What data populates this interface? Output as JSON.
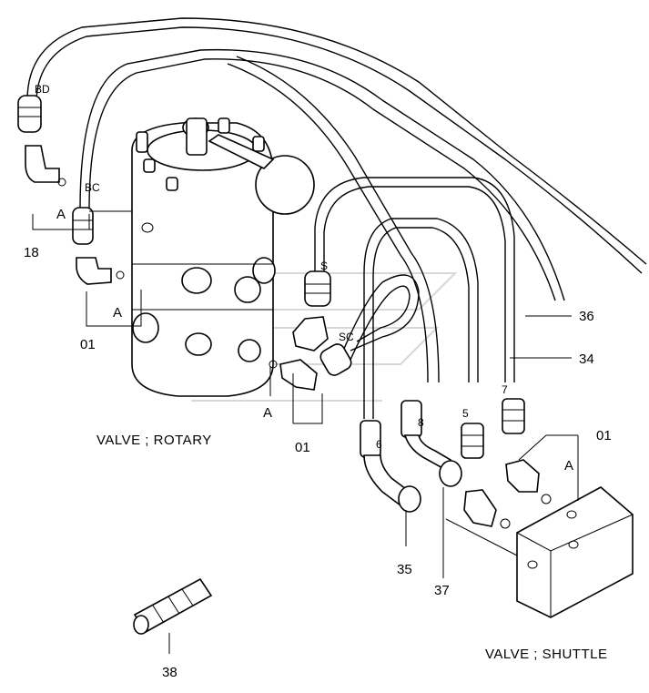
{
  "captions": {
    "rotary_valve": "VALVE ; ROTARY",
    "shuttle_valve": "VALVE ; SHUTTLE"
  },
  "part_numbers": {
    "p18": "18",
    "p01_left": "01",
    "p01_center": "01",
    "p01_right": "01",
    "p35": "35",
    "p37": "37",
    "p36": "36",
    "p34": "34",
    "p38": "38"
  },
  "port_labels": {
    "bd": "BD",
    "bc": "BC",
    "s": "S",
    "sc": "SC",
    "n5": "5",
    "n6": "6",
    "n7": "7",
    "n8": "8"
  },
  "detail_marks": {
    "a_18": "A",
    "a_01_left": "A",
    "a_01_center": "A",
    "a_01_right": "A"
  }
}
